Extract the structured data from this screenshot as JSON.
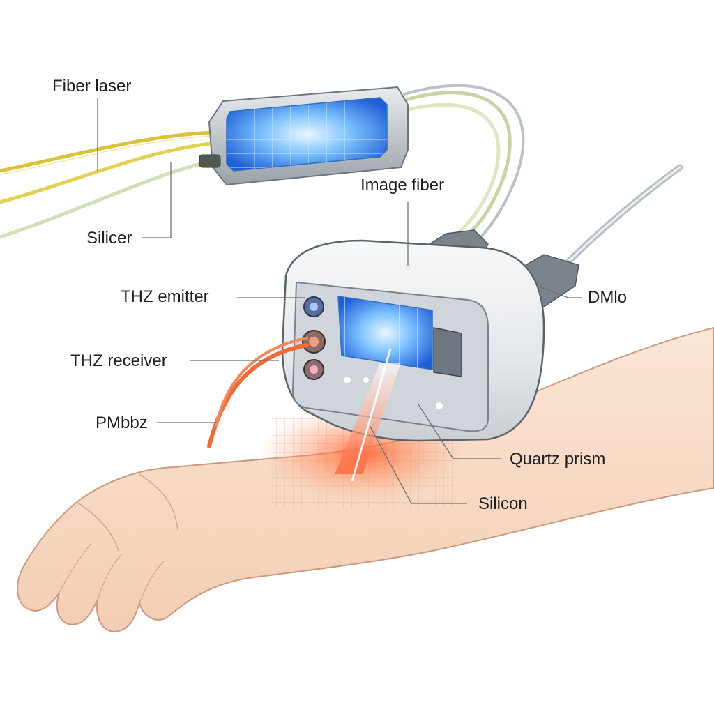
{
  "labels": {
    "fiber_laser": "Fiber laser",
    "silicer": "Silicer",
    "image_fiber": "Image fiber",
    "thz_emitter": "THZ emitter",
    "thz_receiver": "THZ receiver",
    "pmob": "PMbbz",
    "dmlo": "DMlo",
    "quartz_prism": "Quartz prism",
    "silicon": "Silicon"
  },
  "colors": {
    "fiber_yellow": "#d9c23a",
    "fiber_pale": "#cfe0b8",
    "cable_grey": "#b9bfc4",
    "device_body": "#e9ecef",
    "window_blue": "#4aa3ff",
    "beam_red": "#ff5a2a",
    "skin": "#f8dcc8"
  }
}
